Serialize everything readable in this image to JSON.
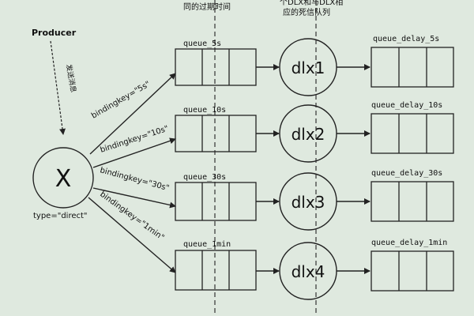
{
  "producer": {
    "label": "Producer",
    "send_note": "发送消息"
  },
  "exchange": {
    "symbol": "X",
    "type_label": "type=\"direct\""
  },
  "top_notes": {
    "left": "同的过期时间",
    "right_line1": "个DLX和与DLX相",
    "right_line2": "应的死信队列"
  },
  "bindings": [
    {
      "key_label": "bindingkey=\"5s\"",
      "queue": "queue_5s",
      "dlx": "dlx1",
      "delay_queue": "queue_delay_5s"
    },
    {
      "key_label": "bindingkey=\"10s\"",
      "queue": "queue_10s",
      "dlx": "dlx2",
      "delay_queue": "queue_delay_10s"
    },
    {
      "key_label": "bindingkey=\"30s\"",
      "queue": "queue_30s",
      "dlx": "dlx3",
      "delay_queue": "queue_delay_30s"
    },
    {
      "key_label": "bindingkey=\"1min\"",
      "queue": "queue_1min",
      "dlx": "dlx4",
      "delay_queue": "queue_delay_1min"
    }
  ],
  "colors": {
    "background": "#dfe9df",
    "stroke": "#222222"
  }
}
